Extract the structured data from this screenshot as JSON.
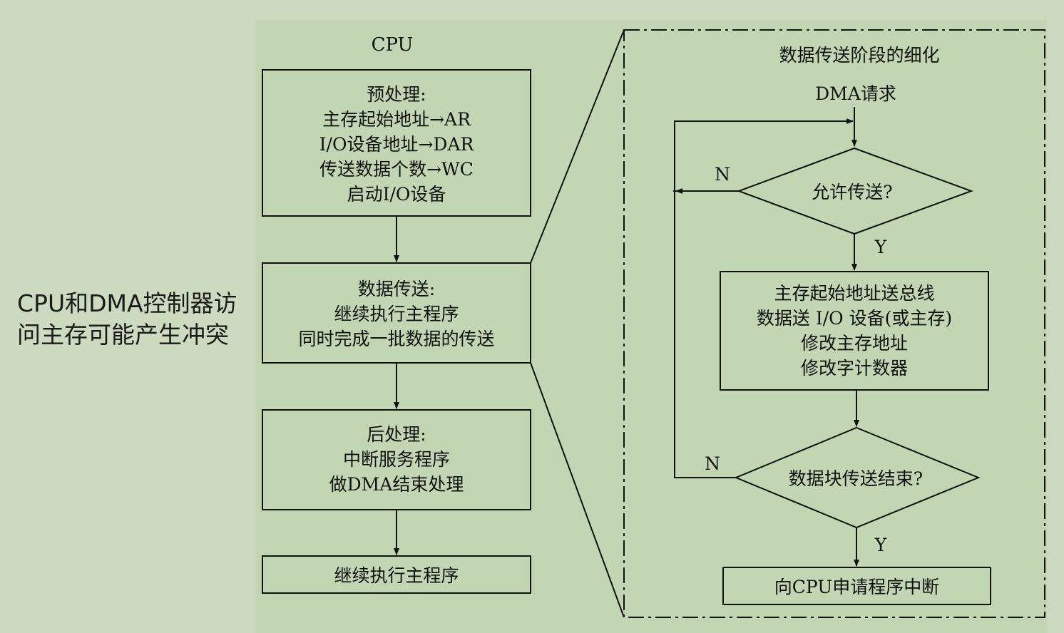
{
  "side_note": "CPU和DMA控制器访\n问主存可能产生冲突",
  "cpu_column": {
    "title": "CPU",
    "preprocess": "预处理:\n主存起始地址→AR\nI/O设备地址→DAR\n传送数据个数→WC\n启动I/O设备",
    "transfer": "数据传送:\n继续执行主程序\n同时完成一批数据的传送",
    "postprocess": "后处理:\n中断服务程序\n做DMA结束处理",
    "resume": "继续执行主程序"
  },
  "detail": {
    "title": "数据传送阶段的细化",
    "start": "DMA请求",
    "decision_allow": "允许传送?",
    "no_label_1": "N",
    "yes_label_1": "Y",
    "process": "主存起始地址送总线\n数据送 I/O 设备(或主存)\n修改主存地址\n修改字计数器",
    "decision_done": "数据块传送结束?",
    "no_label_2": "N",
    "yes_label_2": "Y",
    "end": "向CPU申请程序中断"
  }
}
